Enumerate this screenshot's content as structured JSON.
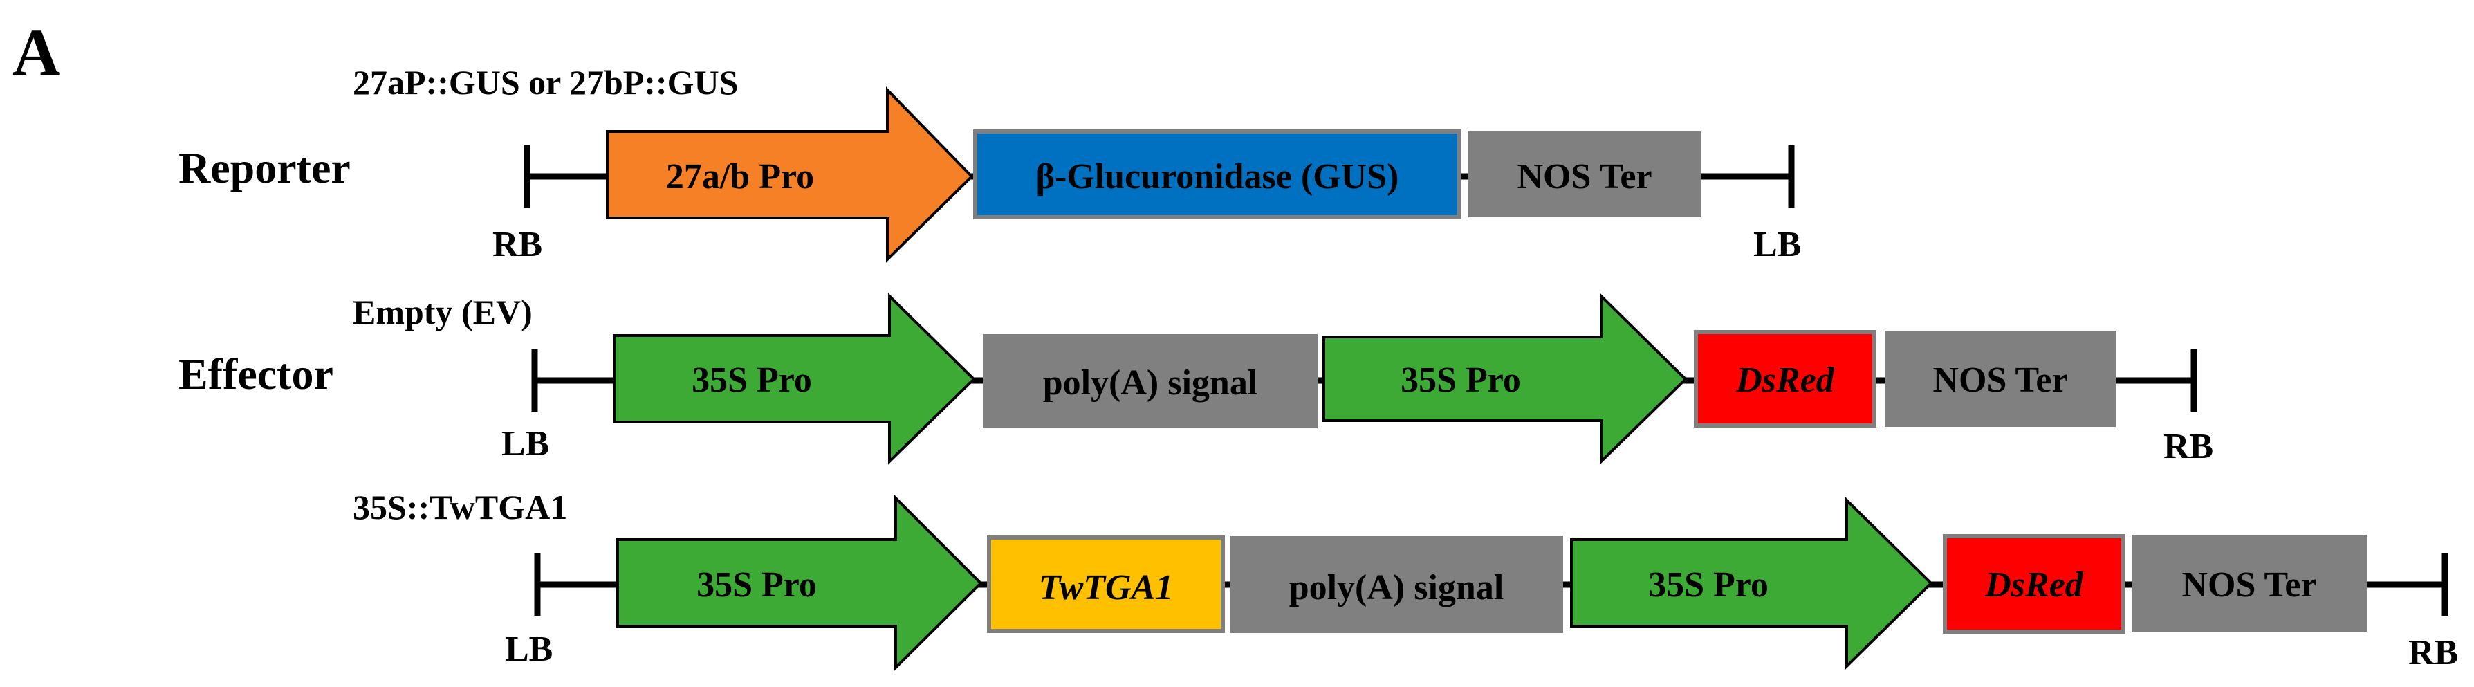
{
  "panel_label": "A",
  "reporter": {
    "construct_label": "27aP::GUS or 27bP::GUS",
    "row_label": "Reporter",
    "left_border": "RB",
    "right_border": "LB",
    "promoter": "27a/b Pro",
    "gene": "β-Glucuronidase (GUS)",
    "terminator": "NOS Ter"
  },
  "effector": {
    "row_label": "Effector",
    "empty": {
      "construct_label": "Empty (EV)",
      "left_border": "LB",
      "right_border": "RB",
      "promoter1": "35S Pro",
      "polya": "poly(A) signal",
      "promoter2": "35S Pro",
      "marker": "DsRed",
      "terminator": "NOS Ter"
    },
    "tga1": {
      "construct_label": "35S::TwTGA1",
      "left_border": "LB",
      "right_border": "RB",
      "promoter1": "35S Pro",
      "gene": "TwTGA1",
      "polya": "poly(A) signal",
      "promoter2": "35S Pro",
      "marker": "DsRed",
      "terminator": "NOS Ter"
    }
  },
  "colors": {
    "promoter_orange": "#F58025",
    "gus_blue": "#0070C0",
    "terminator_gray": "#808080",
    "promoter_green": "#3DAA35",
    "dsred_red": "#FF0000",
    "tga_yellow": "#FFC000",
    "line": "#000000"
  }
}
